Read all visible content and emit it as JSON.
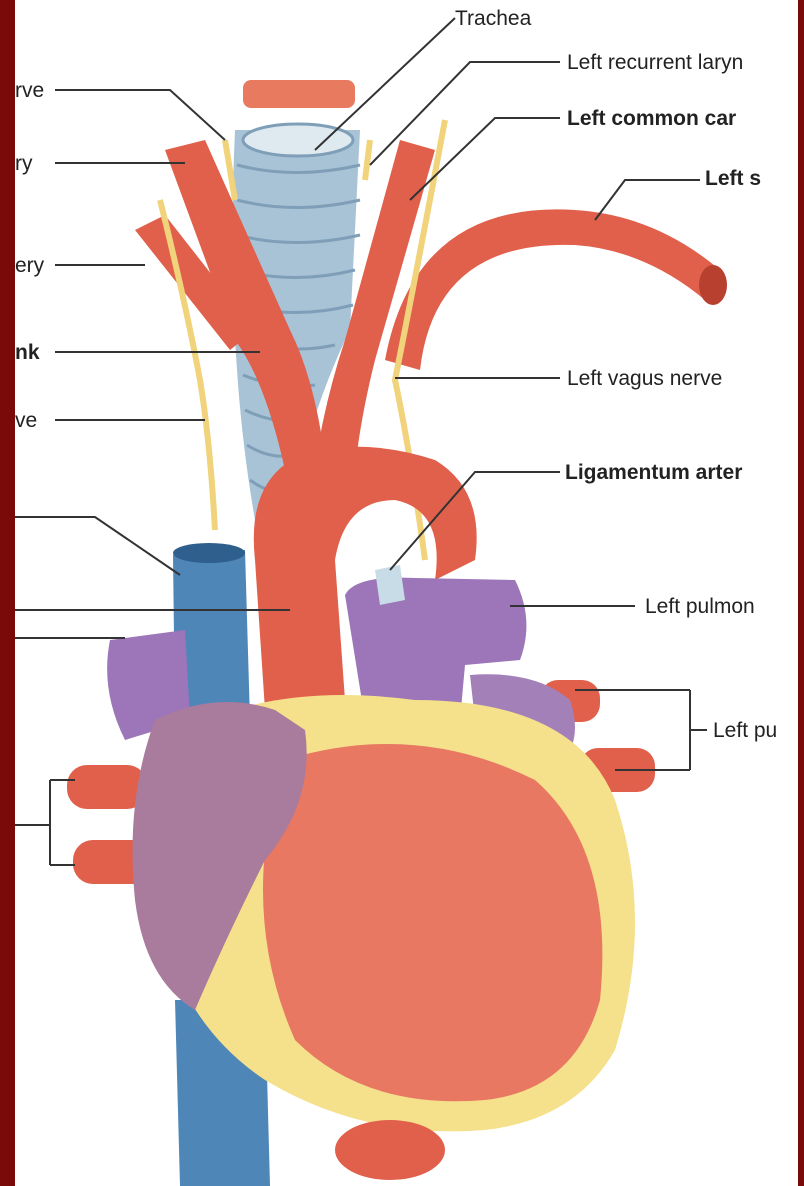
{
  "colors": {
    "frame": "#7a0a0a",
    "artery": "#e0604c",
    "artery_dark": "#b8402f",
    "vein_blue": "#4f86b8",
    "vein_purple": "#9c76b8",
    "trachea": "#a9c3d6",
    "nerve": "#f0d37a",
    "fat": "#f5e08c",
    "heart": "#e87862"
  },
  "labels": {
    "trachea": "Trachea",
    "left_recurrent": "Left recurrent laryn",
    "left_common_carotid": "Left common car",
    "left_subclavian": "Left s",
    "left_vagus": "Left vagus nerve",
    "ligamentum": "Ligamentum arter",
    "left_pulmonary_artery": "Left pulmon",
    "left_pulmonary_veins": "Left pu",
    "r_nerve_1": "rve",
    "r_artery_1": "ry",
    "r_artery_2": "ery",
    "r_trunk": "nk",
    "r_nerve_2": "ve"
  }
}
